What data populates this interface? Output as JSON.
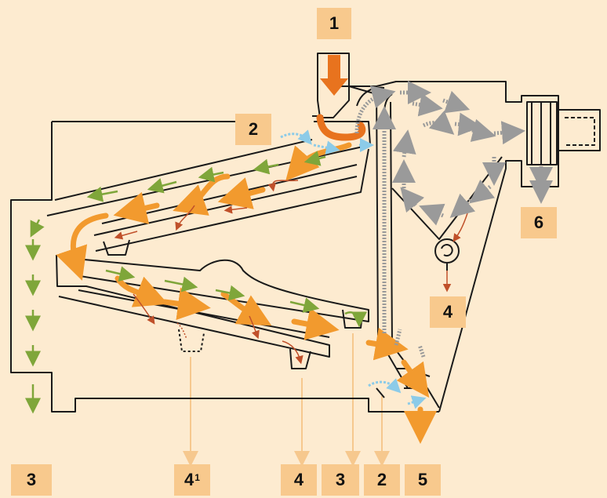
{
  "labels": {
    "inlet": "1",
    "air_top": "2",
    "fan": "6",
    "settling": "4",
    "out_3_left": "3",
    "out_4_1": "4",
    "out_4_1_sup": "1",
    "out_4": "4",
    "out_3": "3",
    "out_2": "2",
    "out_5": "5"
  },
  "colors": {
    "background": "#fdebd0",
    "label_bg": "#f8c98d",
    "outline": "#1a1a1a",
    "grain_flow": "#f29a2e",
    "main_feed": "#e8731e",
    "light_flow": "#7fa63a",
    "air_flow": "#8ccbe8",
    "heavy_flow": "#c0502a",
    "outlet_line": "#f6c88e",
    "dust_arrows": "#9a9a9a"
  }
}
